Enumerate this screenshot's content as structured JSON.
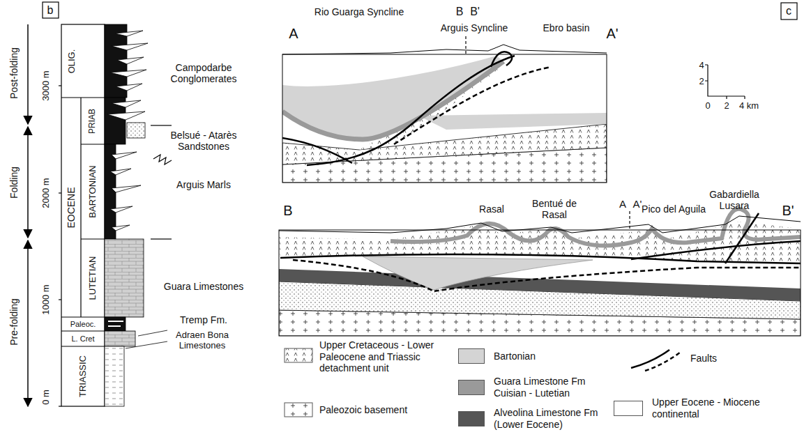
{
  "diagram": {
    "labels": [
      "b",
      "c",
      "3000 m",
      "2000 m",
      "1000 m",
      "0 m",
      "Post-folding",
      "Folding",
      "Pre-folding",
      "OLIG.",
      "EOCENE",
      "PRIAB",
      "BARTONIAN",
      "LUTETIAN",
      "Paleoc.",
      "L. Cret",
      "TRIASSIC",
      "Campodarbe Conglomerates",
      "Belsué - Atarès Sandstones",
      "Arguis Marls",
      "Guara Limestones",
      "Tremp Fm.",
      "Adraen Bona Limestones",
      "A",
      "Rio Guarga Syncline",
      "B",
      "B'",
      "Arguis Syncline",
      "Ebro basin",
      "A'",
      "4",
      "2",
      "0",
      "2",
      "4 km",
      "B",
      "Rasal",
      "Bentué de Rasal",
      "A",
      "A'",
      "Pico del Aguila",
      "Gabardiella Lusara",
      "B'"
    ],
    "legend": [
      {
        "text": "Upper Cretaceous - Lower Paleocene and Triassic detachment unit"
      },
      {
        "text": "Paleozoic basement"
      },
      {
        "text": "Bartonian",
        "color": "#d4d4d4"
      },
      {
        "text": "Guara Limestone Fm Cuisian - Lutetian",
        "color": "#9a9a9a"
      },
      {
        "text": "Alveolina Limestone Fm (Lower Eocene)",
        "color": "#555555"
      },
      {
        "text": "Faults"
      },
      {
        "text": "Upper Eocene - Miocene continental",
        "color": "#ffffff"
      }
    ]
  }
}
